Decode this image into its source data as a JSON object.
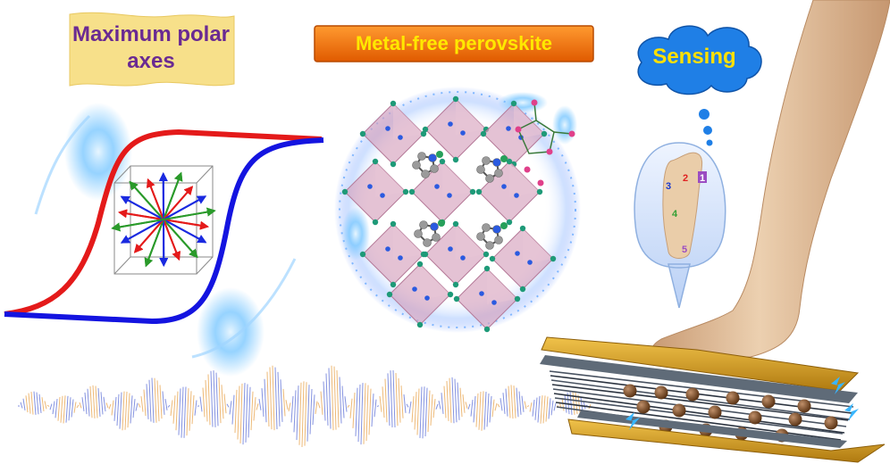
{
  "labels": {
    "polar": "Maximum polar axes",
    "perovskite": "Metal-free perovskite",
    "sensing": "Sensing"
  },
  "foot_sensors": [
    "1",
    "2",
    "3",
    "4",
    "5"
  ],
  "colors": {
    "polar_title": "#6a2a92",
    "banner_fill": "#f7e08a",
    "perovskite_banner": "#f07010",
    "banner_text": "#ffe800",
    "cloud": "#1f7fe6",
    "loop_top": "#e41a1a",
    "loop_bottom": "#1414e0",
    "octahedron": "#d6a2bd",
    "skin": "#e8c7a3",
    "gold_plate": "#d4a020",
    "wave": "#5d6fd6"
  }
}
